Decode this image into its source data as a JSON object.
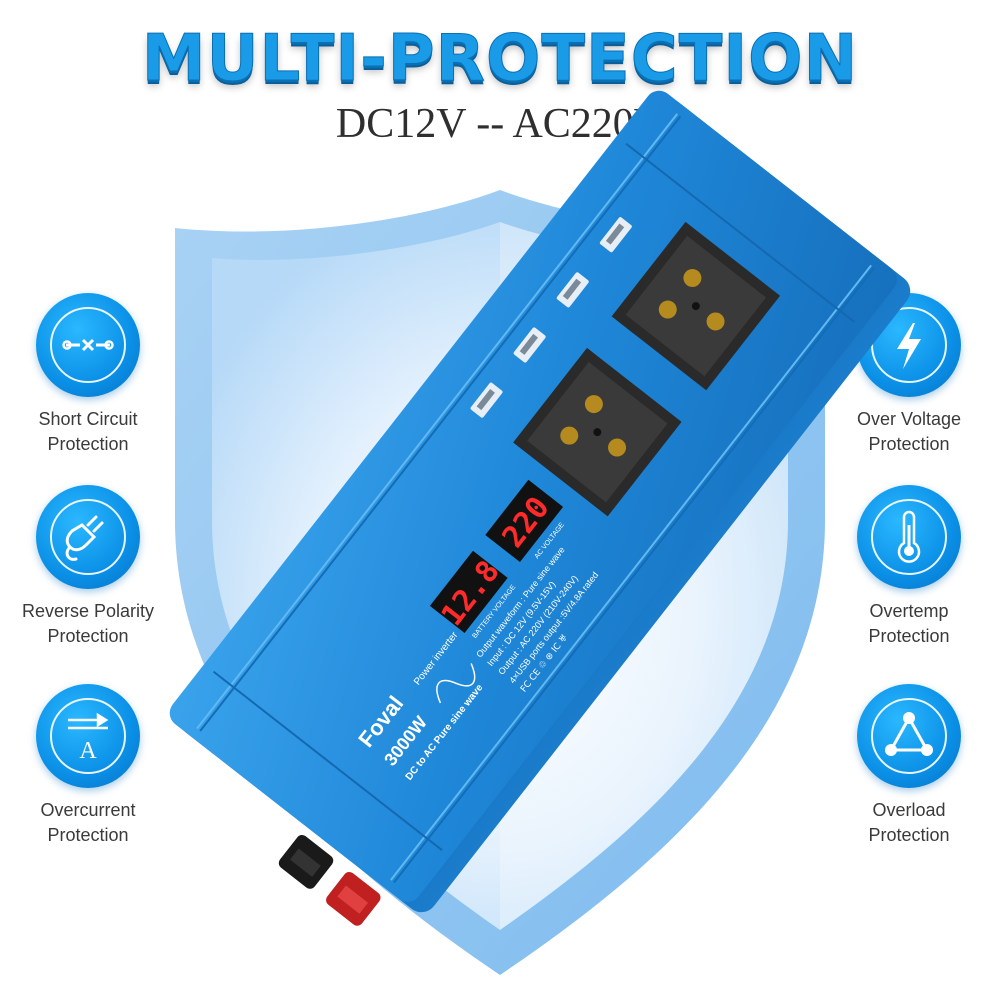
{
  "header": {
    "title": "MULTI-PROTECTION",
    "subtitle": "DC12V -- AC220V"
  },
  "features_left": [
    {
      "line1": "Short Circuit",
      "line2": "Protection",
      "icon": "short-circuit-icon"
    },
    {
      "line1": "Reverse Polarity",
      "line2": "Protection",
      "icon": "plug-icon"
    },
    {
      "line1": "Overcurrent",
      "line2": "Protection",
      "icon": "ammeter-icon"
    }
  ],
  "features_right": [
    {
      "line1": "Over Voltage",
      "line2": "Protection",
      "icon": "lightning-icon"
    },
    {
      "line1": "Overtemp",
      "line2": "Protection",
      "icon": "thermometer-icon"
    },
    {
      "line1": "Overload",
      "line2": "Protection",
      "icon": "triangle-network-icon"
    }
  ],
  "device": {
    "brand": "Foval",
    "model": "3000W",
    "type": "Power inverter",
    "tagline": "DC to AC Pure sine wave",
    "display_battery": "12.8",
    "display_ac": "220",
    "display_battery_label": "BATTERY VOLTAGE",
    "display_ac_label": "AC VOLTAGE",
    "spec_lines": [
      "Output waveform : Pure sine wave",
      "Input : DC 12V (9.5V-15V)",
      "Output : AC 220V (210V-240V)",
      "4×USB ports output :5V/4.8A rated"
    ],
    "cert_marks": "FC CE ♲ ⊛ IC ♅"
  },
  "colors": {
    "accent": "#1a9be8",
    "device_body": "#1e86d6",
    "shield": "#cfe6fb"
  }
}
